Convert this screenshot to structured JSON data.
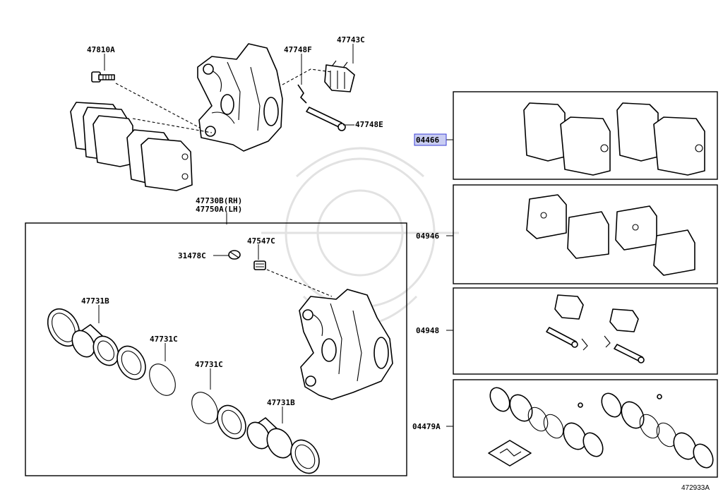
{
  "diagram_ref": "472933A",
  "highlight_color": "#c9cdf2",
  "callouts": {
    "c47810A": "47810A",
    "c47748F": "47748F",
    "c47743C": "47743C",
    "c47748E": "47748E",
    "c47730B": "47730B(RH)",
    "c47750A": "47750A(LH)",
    "c31478C": "31478C",
    "c47547C": "47547C",
    "c47731B_upper": "47731B",
    "c47731C_right": "47731C",
    "c47731C_left": "47731C",
    "c47731B_lower": "47731B",
    "k04466": "04466",
    "k04946": "04946",
    "k04948": "04948",
    "k04479A": "04479A"
  }
}
